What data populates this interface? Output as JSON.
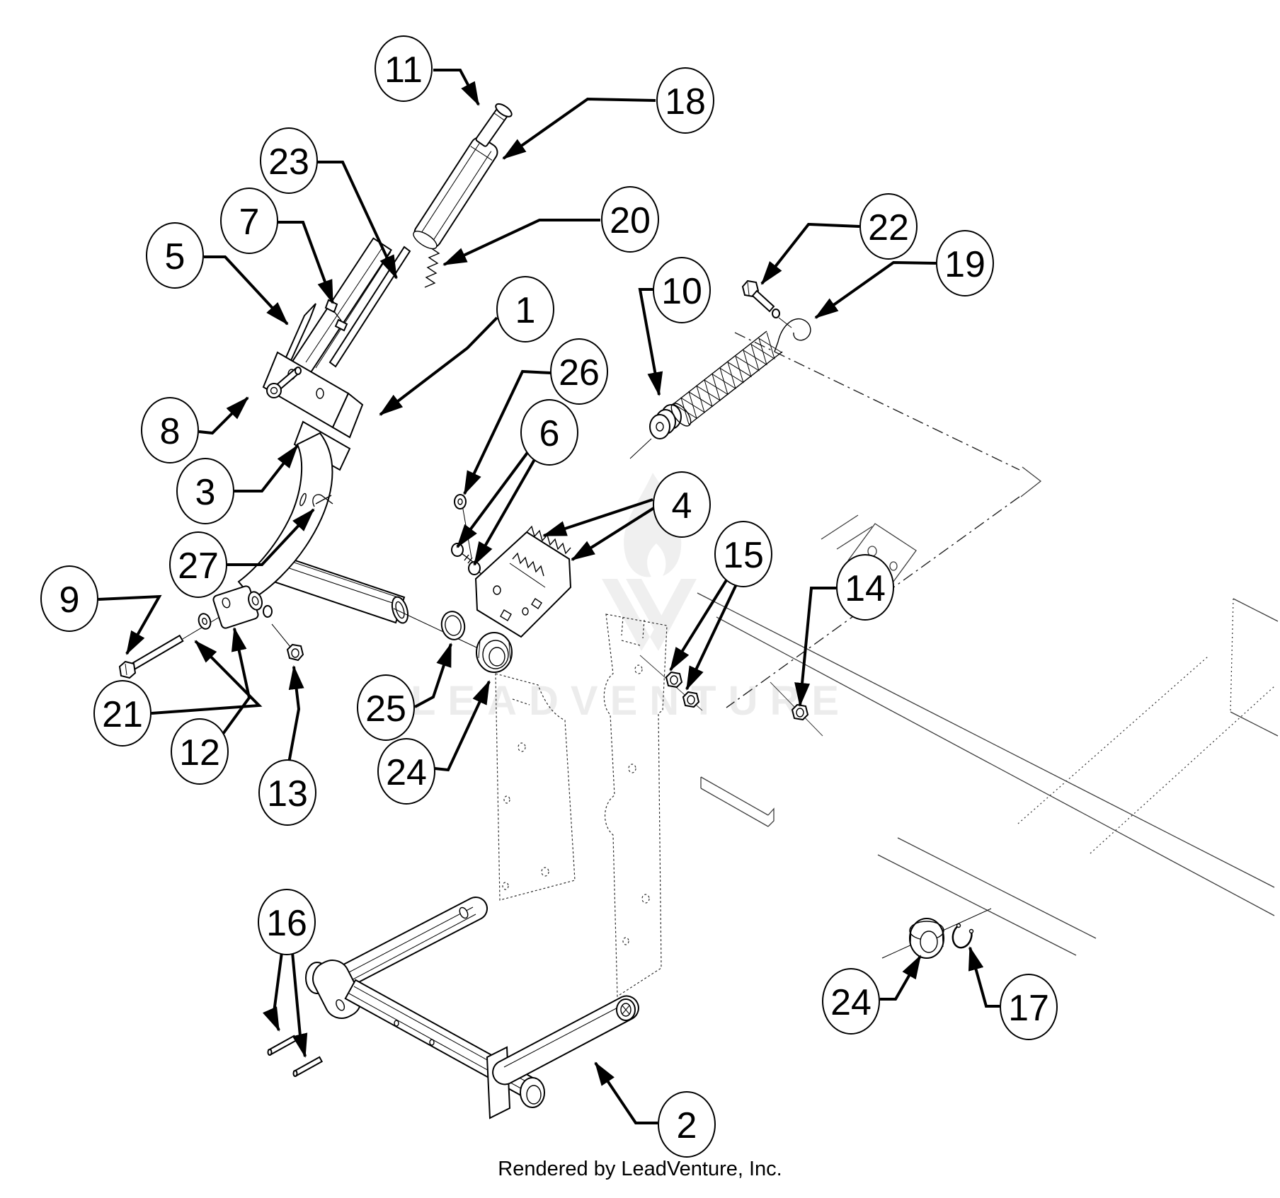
{
  "diagram": {
    "type": "exploded-parts-diagram",
    "footer": {
      "credit": "Rendered by LeadVenture, Inc."
    },
    "watermark": {
      "text": "LEADVENTURE",
      "logo": "leadventure-flame-v-logo"
    },
    "colors": {
      "ink": "#000000",
      "background": "#ffffff",
      "frame_lines": "#3d3d3d",
      "watermark": "#000000"
    },
    "callouts": {
      "c1": "1",
      "c2": "2",
      "c3": "3",
      "c4": "4",
      "c5": "5",
      "c6": "6",
      "c7": "7",
      "c8": "8",
      "c9": "9",
      "c10": "10",
      "c11": "11",
      "c12": "12",
      "c13": "13",
      "c14": "14",
      "c15": "15",
      "c16": "16",
      "c17": "17",
      "c18": "18",
      "c19": "19",
      "c20": "20",
      "c21": "21",
      "c22": "22",
      "c23": "23",
      "c24a": "24",
      "c24b": "24",
      "c25": "25",
      "c26": "26",
      "c27": "27"
    }
  }
}
